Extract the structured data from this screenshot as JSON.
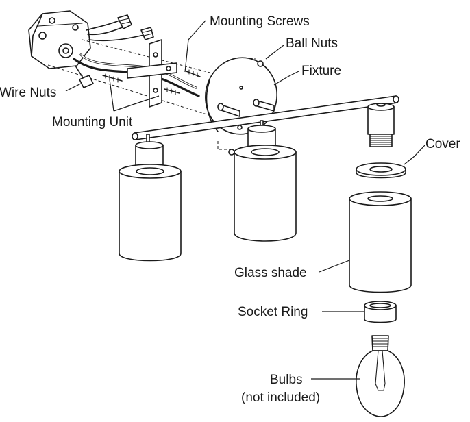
{
  "labels": {
    "mounting_screws": "Mounting Screws",
    "ball_nuts": "Ball Nuts",
    "fixture": "Fixture",
    "wire_nuts": "Wire Nuts",
    "mounting_unit": "Mounting Unit",
    "cover": "Cover",
    "glass_shade": "Glass shade",
    "socket_ring": "Socket Ring",
    "bulbs_line1": "Bulbs",
    "bulbs_line2": "(not included)"
  },
  "colors": {
    "line": "#1a1a1a",
    "background": "#ffffff"
  }
}
